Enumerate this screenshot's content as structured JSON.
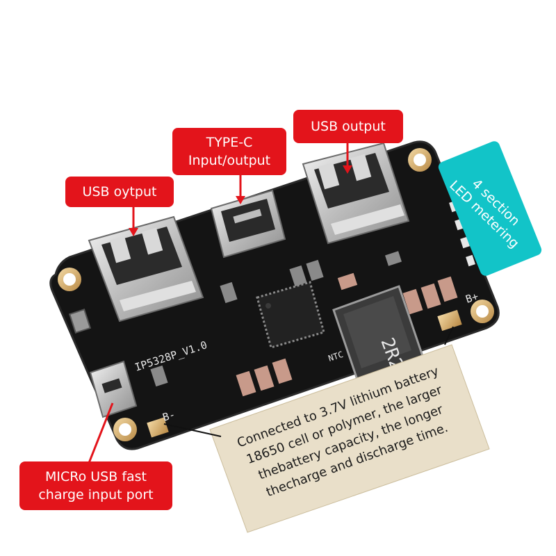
{
  "labels": {
    "usb_output_left": "USB oytput",
    "type_c": [
      "TYPE-C",
      "Input/output"
    ],
    "usb_output_right": "USB output",
    "led_metering": [
      "4 section",
      "LED metering"
    ],
    "micro_usb": [
      "MICRo USB fast",
      "charge input port"
    ],
    "battery_note": [
      "Connected to 3.7V lithium battery",
      "18650 cell or polymer, the larger",
      "thebattery capacity, the longer",
      "thecharge and discharge time."
    ]
  },
  "board": {
    "model": "IP5328P_V1.0",
    "inductor": "2R2",
    "ntc": "NTC",
    "b_plus": "B+",
    "b_minus": "B-"
  },
  "colors": {
    "callout_red": "#e3141b",
    "callout_teal": "#12c4c8",
    "callout_tan": "#e9dfc9",
    "pcb": "#141414"
  }
}
